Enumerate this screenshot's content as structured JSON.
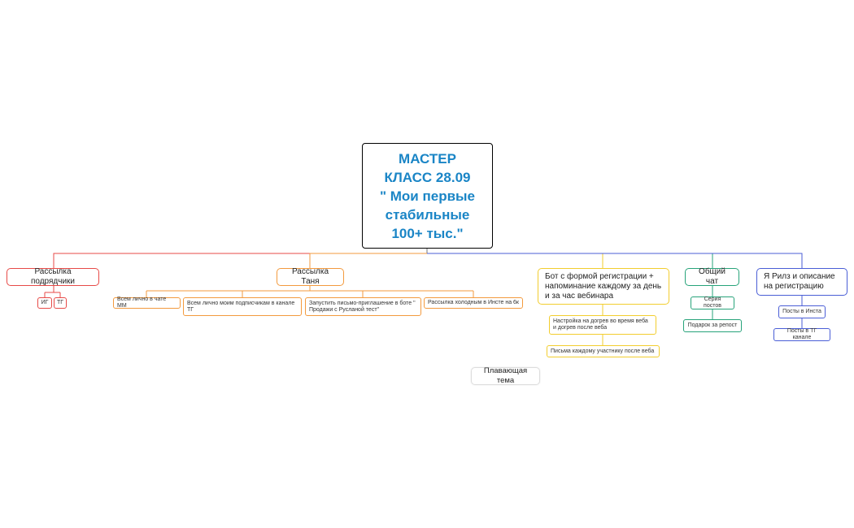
{
  "root": {
    "title": "МАСТЕР\nКЛАСС 28.09\n\" Мои первые\nстабильные\n100+ тыс.\""
  },
  "colors": {
    "root_text": "#1a85c6",
    "red": "#e74a47",
    "orange": "#f39a3e",
    "yellow": "#f2cd2e",
    "green": "#27a37a",
    "blue": "#4a5ed6"
  },
  "branches": [
    {
      "label": "Рассылка подрядчики",
      "color": "red",
      "children": [
        "ИГ",
        "ТГ"
      ]
    },
    {
      "label": "Рассылка Таня",
      "color": "orange",
      "children": [
        "Всем лично в чате ММ",
        "Всем лично моим подписчикам в канале ТГ",
        "Запустить письмо-приглашение в боте \" Продажи с Русланой тест\"",
        "Рассылка холодным в Инсте на 6к"
      ]
    },
    {
      "label": "Бот с формой регистрации + напоминание каждому за день и за час вебинара",
      "color": "yellow",
      "children": [
        "Настройка на догрев во время веба и догрев после веба",
        "Письма каждому участнику после веба"
      ]
    },
    {
      "label": "Общий чат",
      "color": "green",
      "children": [
        "Серия постов",
        "Подарок за репост"
      ]
    },
    {
      "label": "Я Рилз и описание на регистрацию",
      "color": "blue",
      "children": [
        "Посты в Инста",
        "Посты в ТГ канале"
      ]
    }
  ],
  "floating_topic": {
    "label": "Плавающая тема"
  }
}
